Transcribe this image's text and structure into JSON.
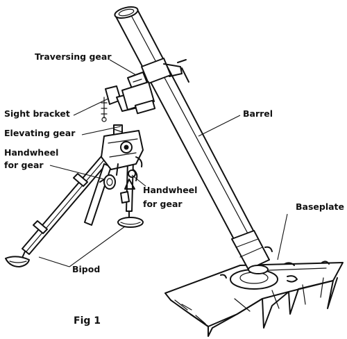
{
  "labels": {
    "traversing_gear": "Traversing gear",
    "sight_bracket": "Sight bracket",
    "elevating_gear": "Elevating gear",
    "handwheel_left_line1": "Handwheel",
    "handwheel_left_line2": "for gear",
    "handwheel_right_line1": "Handwheel",
    "handwheel_right_line2": "for gear",
    "barrel": "Barrel",
    "baseplate": "Baseplate",
    "bipod": "Bipod",
    "figure": "Fig 1"
  }
}
